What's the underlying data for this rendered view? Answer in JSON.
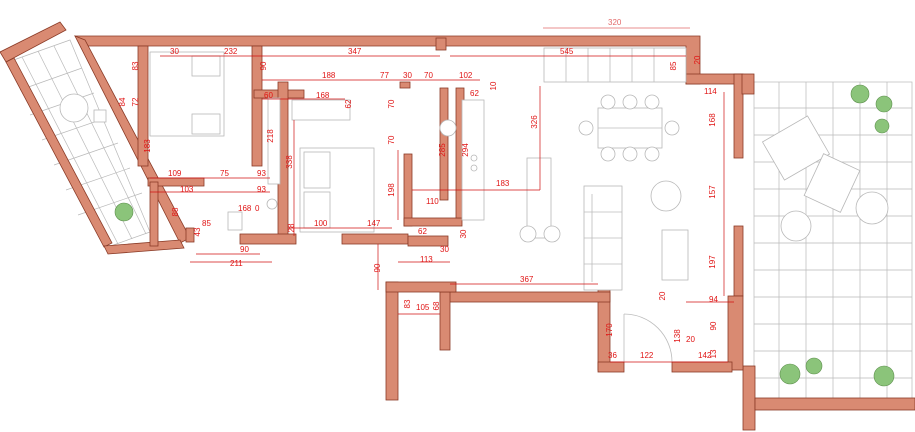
{
  "plan": {
    "dimensions": [
      {
        "id": "d320",
        "text": "320",
        "rotate": false
      },
      {
        "id": "d30a",
        "text": "30",
        "rotate": false
      },
      {
        "id": "d232",
        "text": "232",
        "rotate": false
      },
      {
        "id": "d347",
        "text": "347",
        "rotate": false
      },
      {
        "id": "d545",
        "text": "545",
        "rotate": false
      },
      {
        "id": "d83a",
        "text": "83",
        "rotate": true
      },
      {
        "id": "d90a",
        "text": "90",
        "rotate": true
      },
      {
        "id": "d85a",
        "text": "85",
        "rotate": true
      },
      {
        "id": "d20a",
        "text": "20",
        "rotate": true
      },
      {
        "id": "d188",
        "text": "188",
        "rotate": false
      },
      {
        "id": "d77",
        "text": "77",
        "rotate": false
      },
      {
        "id": "d30b",
        "text": "30",
        "rotate": false
      },
      {
        "id": "d70a",
        "text": "70",
        "rotate": false
      },
      {
        "id": "d102",
        "text": "102",
        "rotate": false
      },
      {
        "id": "d10",
        "text": "10",
        "rotate": true
      },
      {
        "id": "d114",
        "text": "114",
        "rotate": false
      },
      {
        "id": "d60",
        "text": "60",
        "rotate": false
      },
      {
        "id": "d168a",
        "text": "168",
        "rotate": false
      },
      {
        "id": "d62a",
        "text": "62",
        "rotate": true
      },
      {
        "id": "d70b",
        "text": "70",
        "rotate": true
      },
      {
        "id": "d62b",
        "text": "62",
        "rotate": false
      },
      {
        "id": "d326",
        "text": "326",
        "rotate": true
      },
      {
        "id": "d168b",
        "text": "168",
        "rotate": true
      },
      {
        "id": "d84",
        "text": "84",
        "rotate": true
      },
      {
        "id": "d72",
        "text": "72",
        "rotate": true
      },
      {
        "id": "d183a",
        "text": "183",
        "rotate": true
      },
      {
        "id": "d218",
        "text": "218",
        "rotate": true
      },
      {
        "id": "d70c",
        "text": "70",
        "rotate": true
      },
      {
        "id": "d285",
        "text": "285",
        "rotate": true
      },
      {
        "id": "d294",
        "text": "294",
        "rotate": true
      },
      {
        "id": "d338",
        "text": "338",
        "rotate": true
      },
      {
        "id": "d183b",
        "text": "183",
        "rotate": false
      },
      {
        "id": "d157",
        "text": "157",
        "rotate": true
      },
      {
        "id": "d109",
        "text": "109",
        "rotate": false
      },
      {
        "id": "d75",
        "text": "75",
        "rotate": false
      },
      {
        "id": "d93a",
        "text": "93",
        "rotate": false
      },
      {
        "id": "d103",
        "text": "103",
        "rotate": false
      },
      {
        "id": "d93b",
        "text": "93",
        "rotate": false
      },
      {
        "id": "d198",
        "text": "198",
        "rotate": true
      },
      {
        "id": "d110",
        "text": "110",
        "rotate": false
      },
      {
        "id": "d88",
        "text": "88",
        "rotate": true
      },
      {
        "id": "d168c",
        "text": "168",
        "rotate": false
      },
      {
        "id": "d0",
        "text": "0",
        "rotate": false
      },
      {
        "id": "d85b",
        "text": "85",
        "rotate": false
      },
      {
        "id": "d28",
        "text": "28",
        "rotate": true
      },
      {
        "id": "d100",
        "text": "100",
        "rotate": false
      },
      {
        "id": "d147",
        "text": "147",
        "rotate": false
      },
      {
        "id": "d62c",
        "text": "62",
        "rotate": false
      },
      {
        "id": "d30c",
        "text": "30",
        "rotate": true
      },
      {
        "id": "d43",
        "text": "43",
        "rotate": true
      },
      {
        "id": "d90b",
        "text": "90",
        "rotate": false
      },
      {
        "id": "d30d",
        "text": "30",
        "rotate": false
      },
      {
        "id": "d211",
        "text": "211",
        "rotate": false
      },
      {
        "id": "d113",
        "text": "113",
        "rotate": false
      },
      {
        "id": "d90c",
        "text": "90",
        "rotate": true
      },
      {
        "id": "d197",
        "text": "197",
        "rotate": true
      },
      {
        "id": "d367",
        "text": "367",
        "rotate": false
      },
      {
        "id": "d83b",
        "text": "83",
        "rotate": true
      },
      {
        "id": "d105",
        "text": "105",
        "rotate": false
      },
      {
        "id": "d68",
        "text": "68",
        "rotate": true
      },
      {
        "id": "d20b",
        "text": "20",
        "rotate": true
      },
      {
        "id": "d94",
        "text": "94",
        "rotate": false
      },
      {
        "id": "d170",
        "text": "170",
        "rotate": true
      },
      {
        "id": "d20c",
        "text": "20",
        "rotate": false
      },
      {
        "id": "d138",
        "text": "138",
        "rotate": true
      },
      {
        "id": "d90d",
        "text": "90",
        "rotate": true
      },
      {
        "id": "d36",
        "text": "36",
        "rotate": false
      },
      {
        "id": "d122",
        "text": "122",
        "rotate": false
      },
      {
        "id": "d142",
        "text": "142",
        "rotate": false
      },
      {
        "id": "d13",
        "text": "13",
        "rotate": true
      }
    ]
  }
}
